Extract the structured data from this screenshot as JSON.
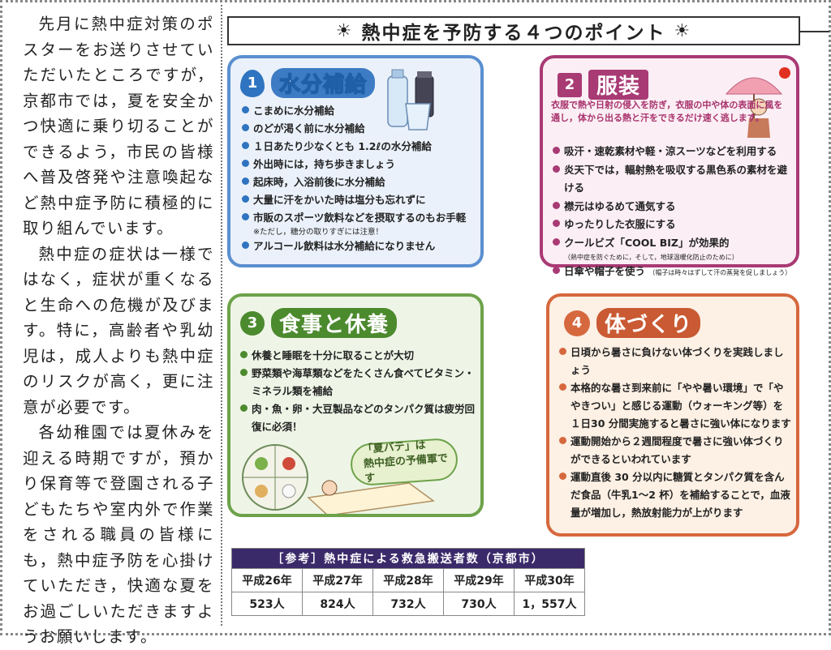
{
  "left_column": {
    "paragraphs": [
      "先月に熱中症対策のポスターをお送りさせていただいたところですが，京都市では，夏を安全かつ快適に乗り切ることができるよう，市民の皆様へ普及啓発や注意喚起など熱中症予防に積極的に取り組んでいます。",
      "熱中症の症状は一様ではなく，症状が重くなると生命への危機が及びます。特に，高齢者や乳幼児は，成人よりも熱中症のリスクが高く，更に注意が必要です。",
      "各幼稚園では夏休みを迎える時期ですが，預かり保育等で登園される子どもたちや室内外で作業をされる職員の皆様にも，熱中症予防を心掛けていただき，快適な夏をお過ごしいただきますようお願いします。"
    ]
  },
  "title": {
    "sun": "☀",
    "text": "熱中症を予防する４つのポイント"
  },
  "card1": {
    "num": "1",
    "title": "水分補給",
    "items": [
      "こまめに水分補給",
      "のどが渇く前に水分補給",
      "１日あたり少なくとも 1.2ℓの水分補給",
      "外出時には，持ち歩きましょう",
      "起床時，入浴前後に水分補給",
      "大量に汗をかいた時は塩分も忘れずに",
      "市販のスポーツ飲料などを摂取するのもお手軽",
      "アルコール飲料は水分補給になりません"
    ],
    "note": "※ただし，糖分の取りすぎには注意！"
  },
  "card2": {
    "num": "2",
    "title": "服装",
    "intro": "衣服で熱や日射の侵入を防ぎ，衣服の中や体の表面に風を通し，体から出る熱と汗をできるだけ速く逃します。",
    "items": [
      "吸汗・速乾素材や軽・涼スーツなどを利用する",
      "炎天下では，輻射熱を吸収する黒色系の素材を避ける",
      "襟元はゆるめて通気する",
      "ゆったりした衣服にする",
      "クールビズ「COOL BIZ」が効果的",
      "日傘や帽子を使う"
    ],
    "note_coolbiz": "（熱中症を防ぐために，そして，地球温暖化防止のために）",
    "note_hat": "（帽子は時々はずして汗の蒸発を促しましょう）"
  },
  "card3": {
    "num": "3",
    "title": "食事と休養",
    "items": [
      "休養と睡眠を十分に取ることが大切",
      "野菜類や海草類などをたくさん食べてビタミン・ミネラル類を補給",
      "肉・魚・卵・大豆製品などのタンパク質は疲労回復に必須！"
    ],
    "bubble_line1": "「夏バテ」は",
    "bubble_line2": "熱中症の予備軍です"
  },
  "card4": {
    "num": "4",
    "title": "体づくり",
    "items": [
      "日頃から暑さに負けない体づくりを実践しましょう",
      "本格的な暑さ到来前に「やや暑い環境」で「ややきつい」と感じる運動（ウォーキング等）を１日30 分間実施すると暑さに強い体になります",
      "運動開始から２週間程度で暑さに強い体づくりができるといわれています",
      "運動直後 30 分以内に糖質とタンパク質を含んだ食品（牛乳1～2 杯）を補給することで，血液量が増加し，熱放射能力が上がります"
    ]
  },
  "table": {
    "caption": "［参考］熱中症による救急搬送者数（京都市）",
    "years": [
      "平成26年",
      "平成27年",
      "平成28年",
      "平成29年",
      "平成30年"
    ],
    "counts": [
      "523人",
      "824人",
      "732人",
      "730人",
      "1，557人"
    ]
  },
  "colors": {
    "card1": "#5a8fd0",
    "card2": "#a83a74",
    "card3": "#6da24a",
    "card4": "#d6683e",
    "table_header": "#3b2a6a"
  }
}
